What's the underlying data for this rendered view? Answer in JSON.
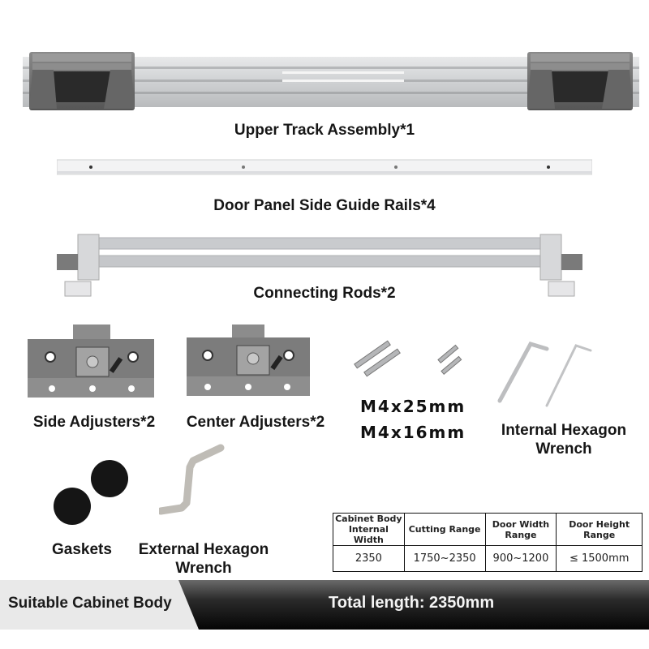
{
  "products": {
    "upper_track": {
      "label": "Upper Track Assembly*1"
    },
    "guide_rails": {
      "label": "Door Panel Side Guide Rails*4"
    },
    "connecting_rods": {
      "label": "Connecting Rods*2"
    },
    "side_adjusters": {
      "label": "Side Adjusters*2"
    },
    "center_adjusters": {
      "label": "Center Adjusters*2"
    },
    "screws": {
      "label_1": "M4x25mm",
      "label_2": "M4x16mm"
    },
    "internal_wrench": {
      "label_line1": "Internal Hexagon",
      "label_line2": "Wrench"
    },
    "gaskets": {
      "label": "Gaskets"
    },
    "external_wrench": {
      "label_line1": "External Hexagon",
      "label_line2": "Wrench"
    }
  },
  "spec_table": {
    "headers": [
      {
        "line1": "Cabinet Body",
        "line2": "Internal Width"
      },
      {
        "line1": "Cutting Range",
        "line2": ""
      },
      {
        "line1": "Door Width",
        "line2": "Range"
      },
      {
        "line1": "Door Height",
        "line2": "Range"
      }
    ],
    "row": [
      "2350",
      "1750~2350",
      "900~1200",
      "≤ 1500mm"
    ]
  },
  "banner": {
    "left_text": "Suitable Cabinet Body",
    "right_text": "Total length: 2350mm"
  },
  "colors": {
    "metal_dark": "#6e6e6e",
    "aluminum": "#d4d6d8",
    "banner_light": "#e9e9e9",
    "banner_dark": "#050505",
    "gasket": "#151515"
  }
}
